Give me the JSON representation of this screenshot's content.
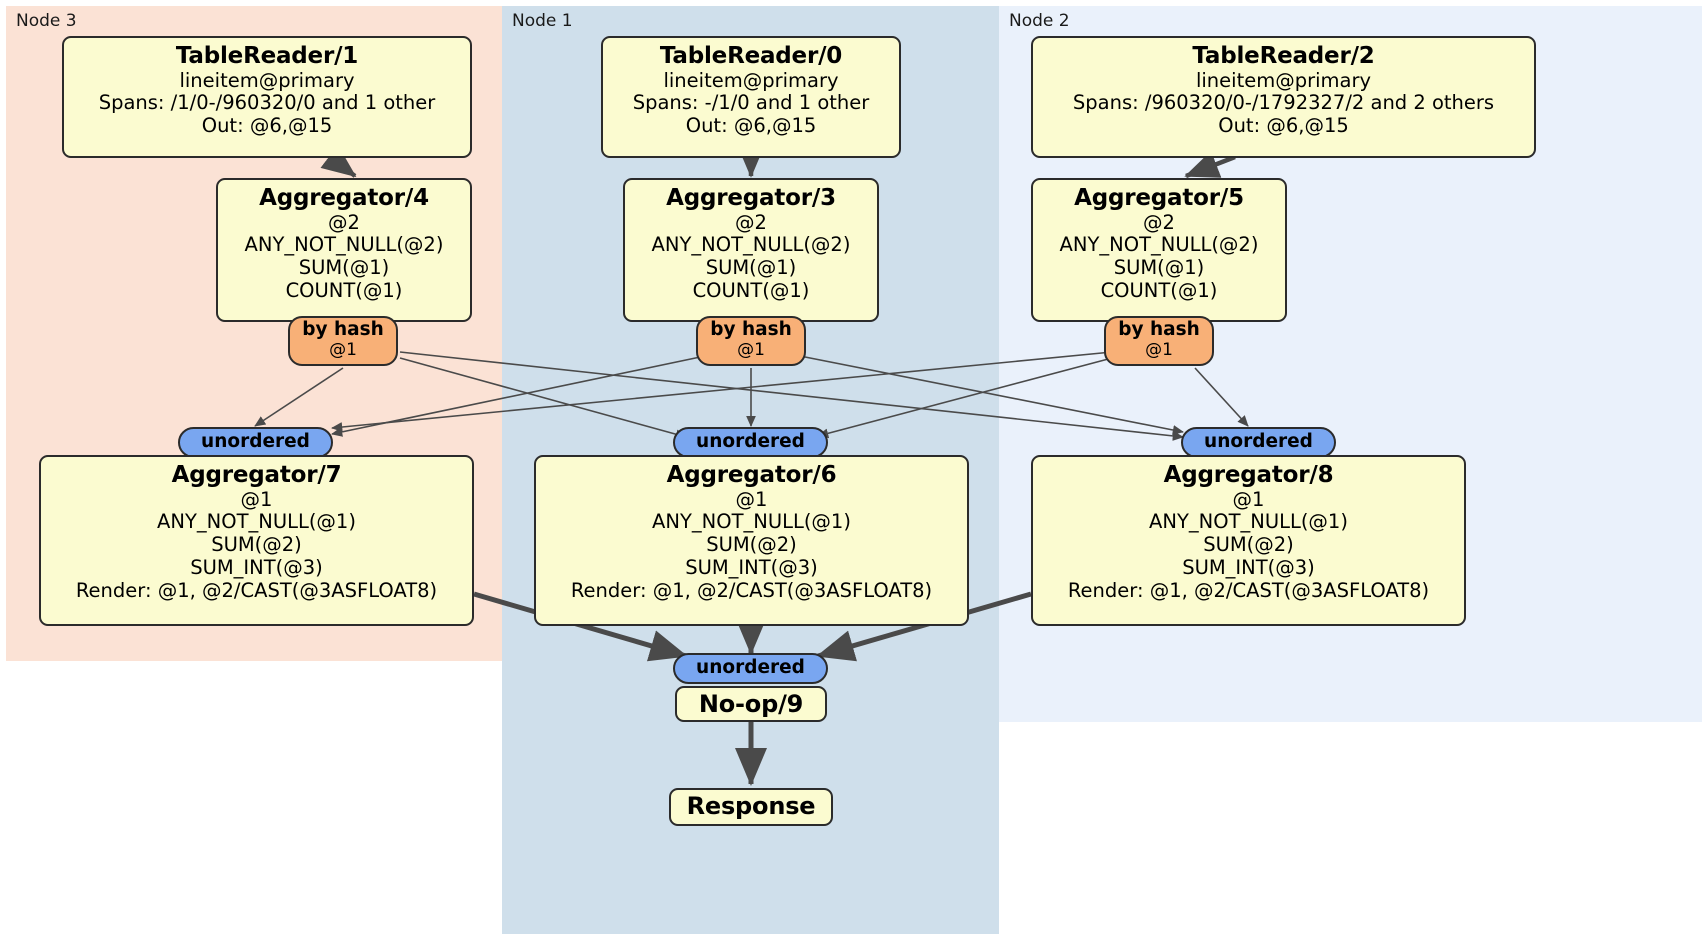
{
  "diagram": {
    "type": "distributed-query-plan",
    "regions": [
      {
        "id": "node3",
        "label": "Node 3",
        "color": "#fbe2d5"
      },
      {
        "id": "node1",
        "label": "Node 1",
        "color": "#cfdfeb"
      },
      {
        "id": "node2",
        "label": "Node 2",
        "color": "#eaf1fb"
      }
    ],
    "processors": {
      "table_reader_1": {
        "title": "TableReader/1",
        "lines": [
          "lineitem@primary",
          "Spans: /1/0-/960320/0 and 1 other",
          "Out: @6,@15"
        ]
      },
      "table_reader_0": {
        "title": "TableReader/0",
        "lines": [
          "lineitem@primary",
          "Spans: -/1/0 and 1 other",
          "Out: @6,@15"
        ]
      },
      "table_reader_2": {
        "title": "TableReader/2",
        "lines": [
          "lineitem@primary",
          "Spans: /960320/0-/1792327/2 and 2 others",
          "Out: @6,@15"
        ]
      },
      "aggregator_4": {
        "title": "Aggregator/4",
        "lines": [
          "@2",
          "ANY_NOT_NULL(@2)",
          "SUM(@1)",
          "COUNT(@1)"
        ]
      },
      "aggregator_3": {
        "title": "Aggregator/3",
        "lines": [
          "@2",
          "ANY_NOT_NULL(@2)",
          "SUM(@1)",
          "COUNT(@1)"
        ]
      },
      "aggregator_5": {
        "title": "Aggregator/5",
        "lines": [
          "@2",
          "ANY_NOT_NULL(@2)",
          "SUM(@1)",
          "COUNT(@1)"
        ]
      },
      "aggregator_7": {
        "title": "Aggregator/7",
        "lines": [
          "@1",
          "ANY_NOT_NULL(@1)",
          "SUM(@2)",
          "SUM_INT(@3)",
          "Render: @1, @2/CAST(@3ASFLOAT8)"
        ]
      },
      "aggregator_6": {
        "title": "Aggregator/6",
        "lines": [
          "@1",
          "ANY_NOT_NULL(@1)",
          "SUM(@2)",
          "SUM_INT(@3)",
          "Render: @1, @2/CAST(@3ASFLOAT8)"
        ]
      },
      "aggregator_8": {
        "title": "Aggregator/8",
        "lines": [
          "@1",
          "ANY_NOT_NULL(@1)",
          "SUM(@2)",
          "SUM_INT(@3)",
          "Render: @1, @2/CAST(@3ASFLOAT8)"
        ]
      },
      "noop_9": {
        "title": "No-op/9",
        "lines": []
      },
      "response": {
        "title": "Response",
        "lines": []
      }
    },
    "routers": {
      "hash_left": {
        "title": "by hash",
        "sub": "@1"
      },
      "hash_center": {
        "title": "by hash",
        "sub": "@1"
      },
      "hash_right": {
        "title": "by hash",
        "sub": "@1"
      },
      "unordered_left": {
        "title": "unordered",
        "sub": ""
      },
      "unordered_center": {
        "title": "unordered",
        "sub": ""
      },
      "unordered_right": {
        "title": "unordered",
        "sub": ""
      },
      "unordered_final": {
        "title": "unordered",
        "sub": ""
      }
    },
    "colors": {
      "box_fill": "#fbfbd0",
      "box_stroke": "#2b2b2b",
      "hash_fill": "#f8b077",
      "unordered_fill": "#79a6f0",
      "node3_fill": "#fbe2d5",
      "node1_fill": "#cfdfeb",
      "node2_fill": "#eaf1fb",
      "edge_thin": "#4a4a4a",
      "edge_thick": "#4a4a4a"
    }
  }
}
